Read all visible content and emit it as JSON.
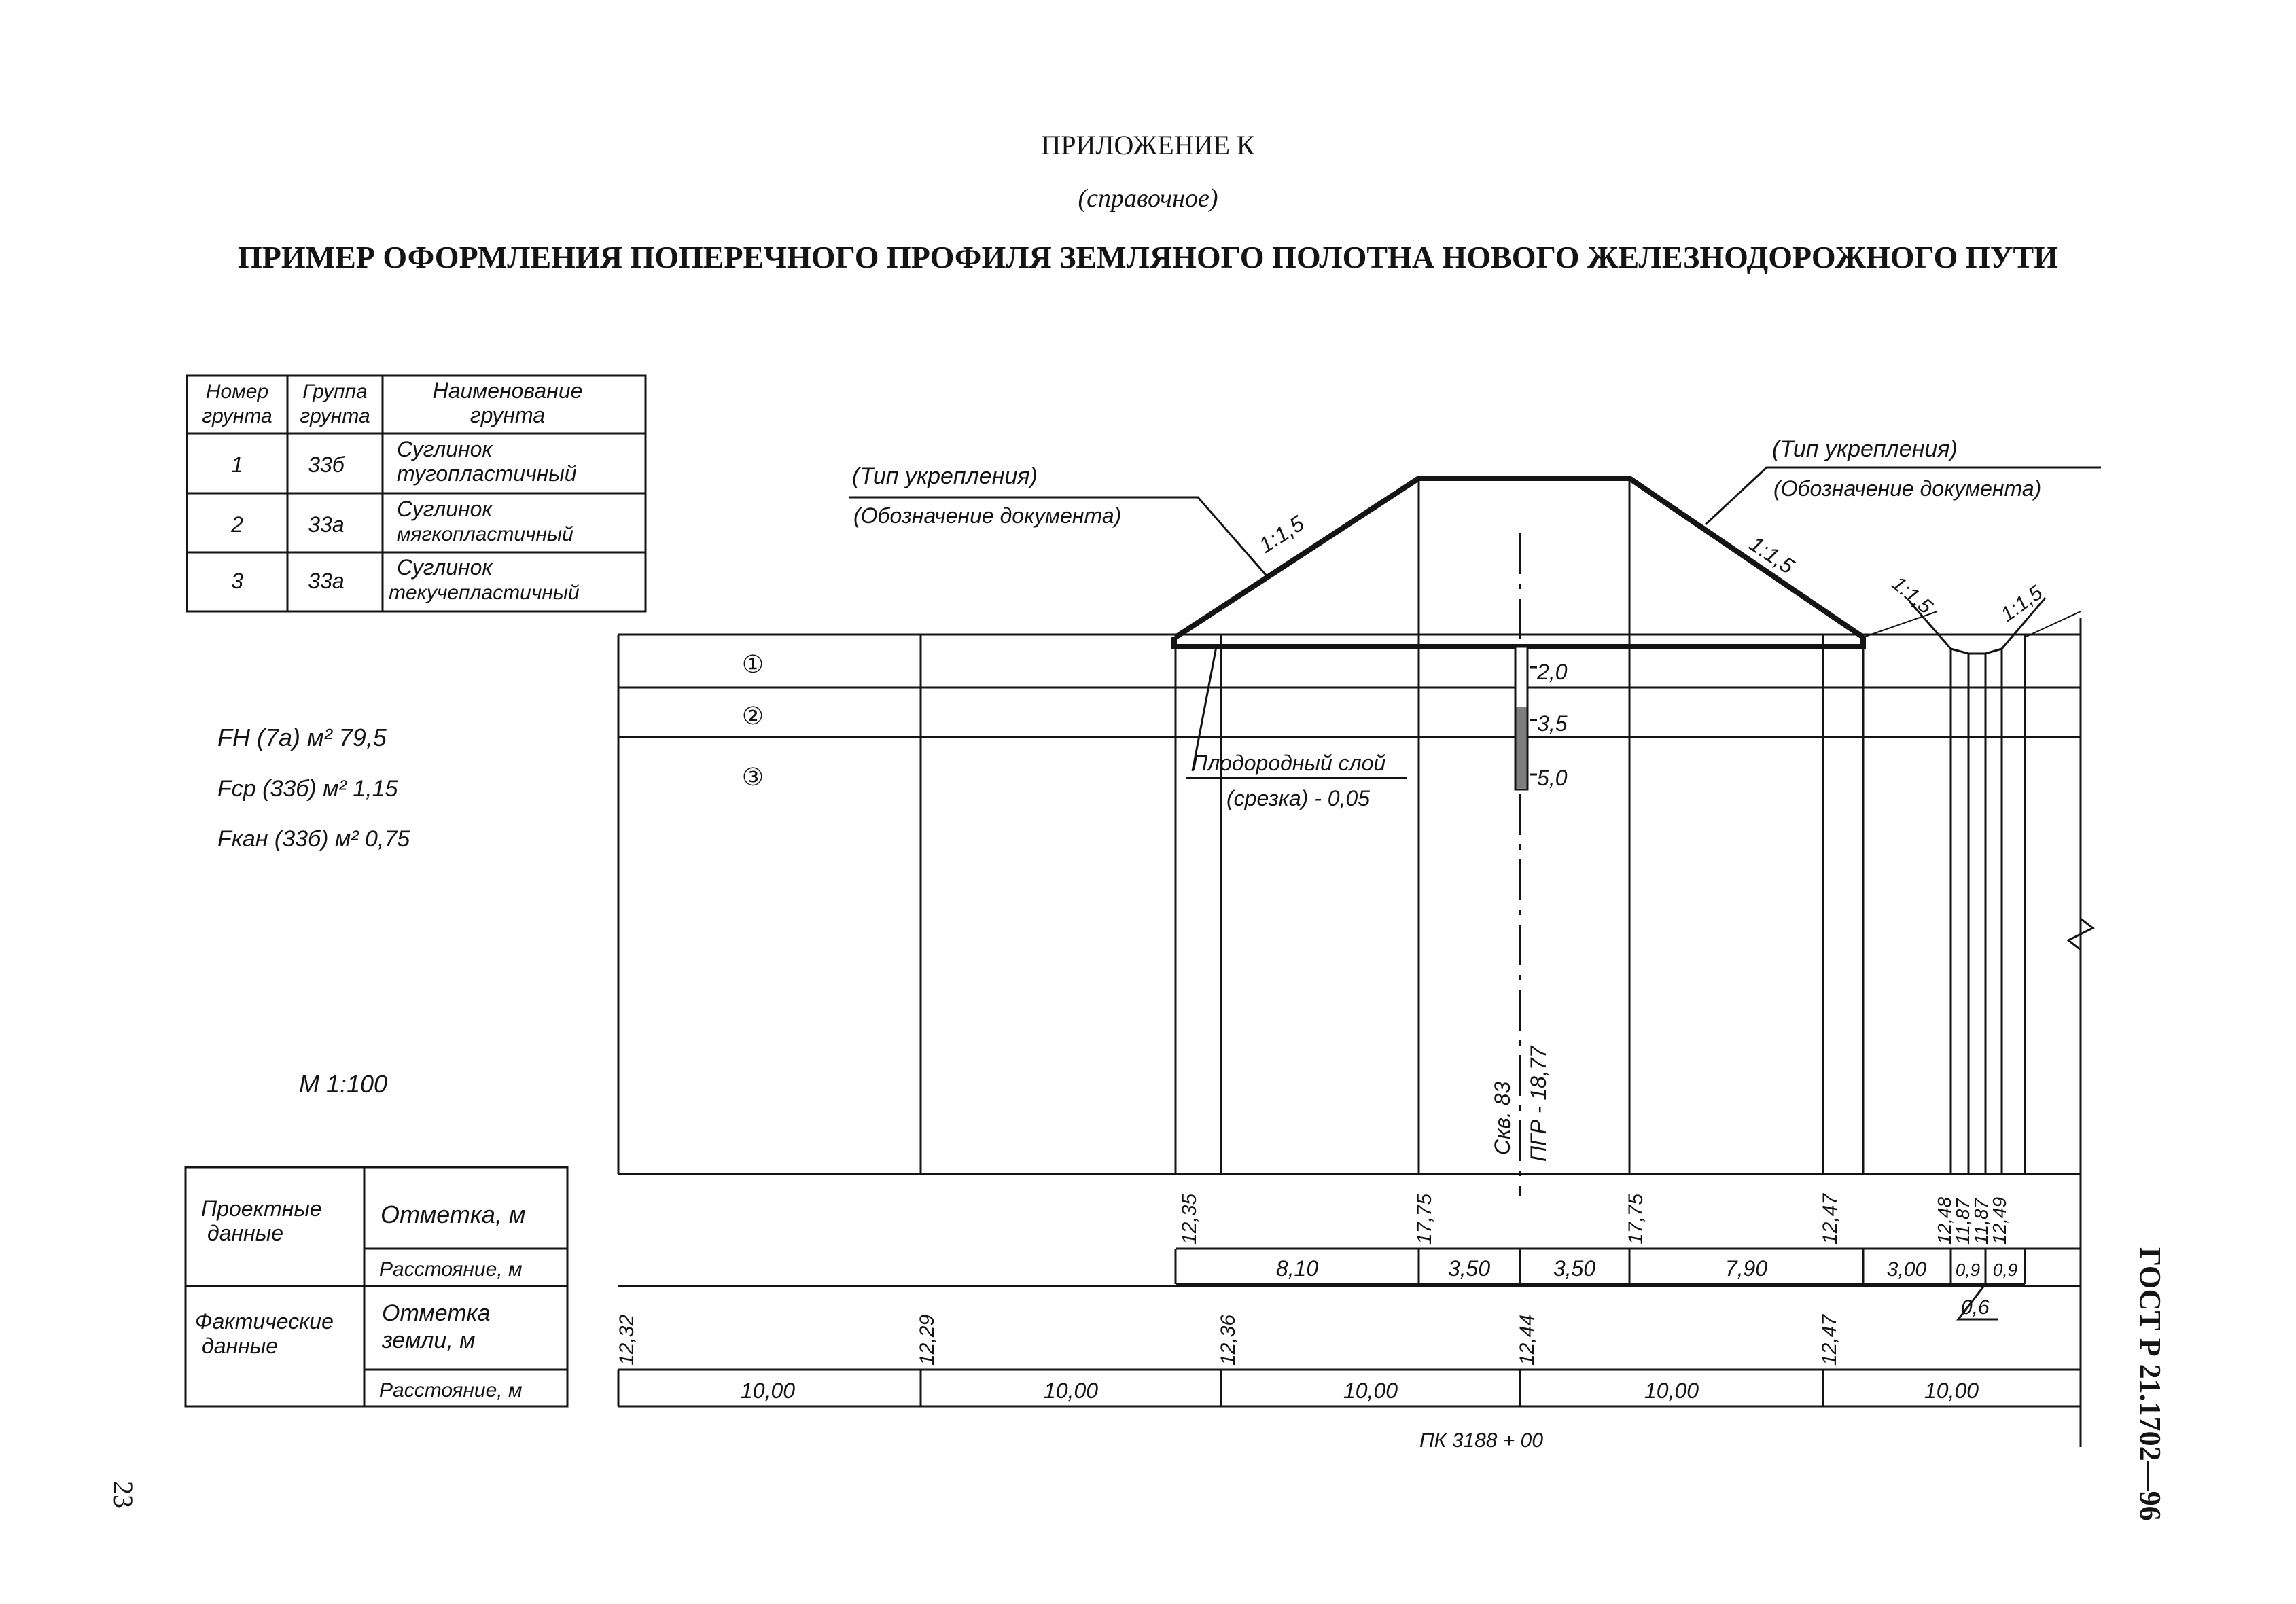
{
  "header": {
    "appendix": "ПРИЛОЖЕНИЕ К",
    "reference": "(справочное)",
    "title": "ПРИМЕР ОФОРМЛЕНИЯ ПОПЕРЕЧНОГО ПРОФИЛЯ ЗЕМЛЯНОГО ПОЛОТНА НОВОГО ЖЕЛЕЗНОДОРОЖНОГО ПУТИ"
  },
  "soil_table": {
    "headers": {
      "num_1": "Номер",
      "num_2": "грунта",
      "grp_1": "Группа",
      "grp_2": "грунта",
      "name_1": "Наименование",
      "name_2": "грунта"
    },
    "rows": [
      {
        "num": "1",
        "group": "33б",
        "name_1": "Суглинок",
        "name_2": "тугопластичный"
      },
      {
        "num": "2",
        "group": "33а",
        "name_1": "Суглинок",
        "name_2": "мягкопластичный"
      },
      {
        "num": "3",
        "group": "33а",
        "name_1": "Суглинок",
        "name_2": "текучепластичный"
      }
    ]
  },
  "areas": {
    "f1": "FН (7а)  м² 79,5",
    "f2": "Fср (33б)  м² 1,15",
    "f3": "Fкан (33б)  м² 0,75"
  },
  "scale": "М 1:100",
  "annotations": {
    "left_type": "(Тип укрепления)",
    "left_doc": "(Обозначение документа)",
    "right_type": "(Тип укрепления)",
    "right_doc": "(Обозначение документа)",
    "slope_left": "1:1,5",
    "slope_right": "1:1,5",
    "slope_ditch_left": "1:1,5",
    "slope_ditch_right": "1:1,5",
    "fertile_1": "Плодородный слой",
    "fertile_2": "(срезка) - 0,05",
    "borehole": "Скв. 83",
    "groundwater": "ПГР - 18,77",
    "layer_1": "①",
    "layer_2": "②",
    "layer_3": "③",
    "depth_1": "2,0",
    "depth_2": "3,5",
    "depth_3": "5,0"
  },
  "bottom_table": {
    "design_label_1": "Проектные",
    "design_label_2": "данные",
    "design_mark": "Отметка, м",
    "design_dist": "Расстояние, м",
    "actual_label_1": "Фактические",
    "actual_label_2": "данные",
    "actual_mark_1": "Отметка",
    "actual_mark_2": "земли, м",
    "actual_dist": "Расстояние, м",
    "design_marks": [
      "12,35",
      "17,75",
      "17,75",
      "12,47",
      "12,48",
      "11,87",
      "11,87",
      "12,49"
    ],
    "design_dists": [
      "8,10",
      "3,50",
      "3,50",
      "7,90",
      "3,00",
      "0,9",
      "0,9"
    ],
    "ditch_width": "0,6",
    "actual_marks": [
      "12,32",
      "12,29",
      "12,36",
      "12,44",
      "12,47"
    ],
    "actual_dists": [
      "10,00",
      "10,00",
      "10,00",
      "10,00",
      "10,00"
    ],
    "picket": "ПК 3188 + 00"
  },
  "side": {
    "gost": "ГОСТ Р 21.1702—96",
    "page": "23"
  }
}
